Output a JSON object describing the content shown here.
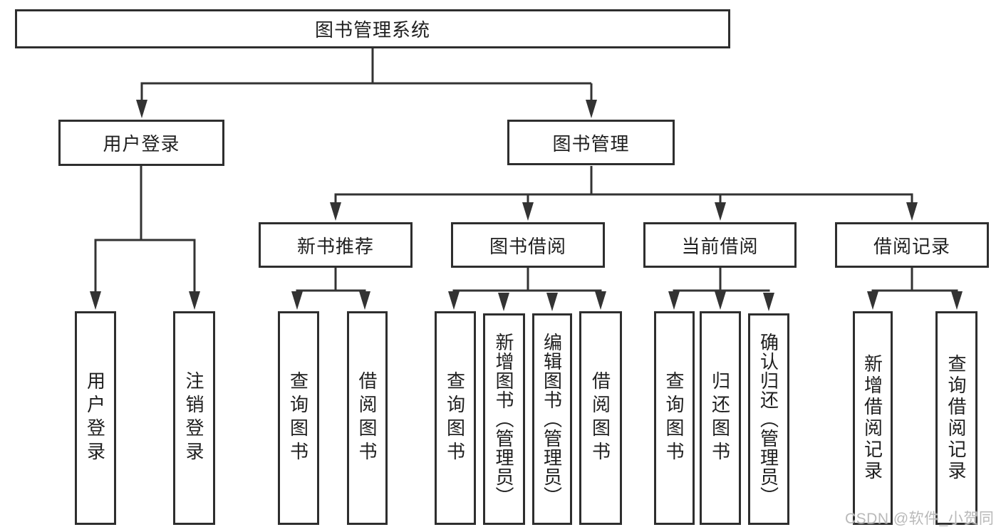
{
  "diagram": {
    "title": "图书管理系统",
    "root": {
      "label": "图书管理系统"
    },
    "branches": [
      {
        "label": "用户登录",
        "children": [
          {
            "label": "用户登录"
          },
          {
            "label": "注销登录"
          }
        ]
      },
      {
        "label": "图书管理",
        "children": [
          {
            "label": "新书推荐",
            "children": [
              {
                "label": "查询图书"
              },
              {
                "label": "借阅图书"
              }
            ]
          },
          {
            "label": "图书借阅",
            "children": [
              {
                "label": "查询图书"
              },
              {
                "label": "新增图书（管理员）"
              },
              {
                "label": "编辑图书（管理员）"
              },
              {
                "label": "借阅图书"
              }
            ]
          },
          {
            "label": "当前借阅",
            "children": [
              {
                "label": "查询图书"
              },
              {
                "label": "归还图书"
              },
              {
                "label": "确认归还（管理员）"
              }
            ]
          },
          {
            "label": "借阅记录",
            "children": [
              {
                "label": "新增借阅记录"
              },
              {
                "label": "查询借阅记录"
              }
            ]
          }
        ]
      }
    ]
  },
  "watermark": {
    "text": "CSDN @软件_小贺同学"
  },
  "colors": {
    "background": "#ffffff",
    "line": "#333333",
    "box_border": "#2e2e2e",
    "text": "#1f1f1f",
    "watermark": "#b9b9b9"
  }
}
